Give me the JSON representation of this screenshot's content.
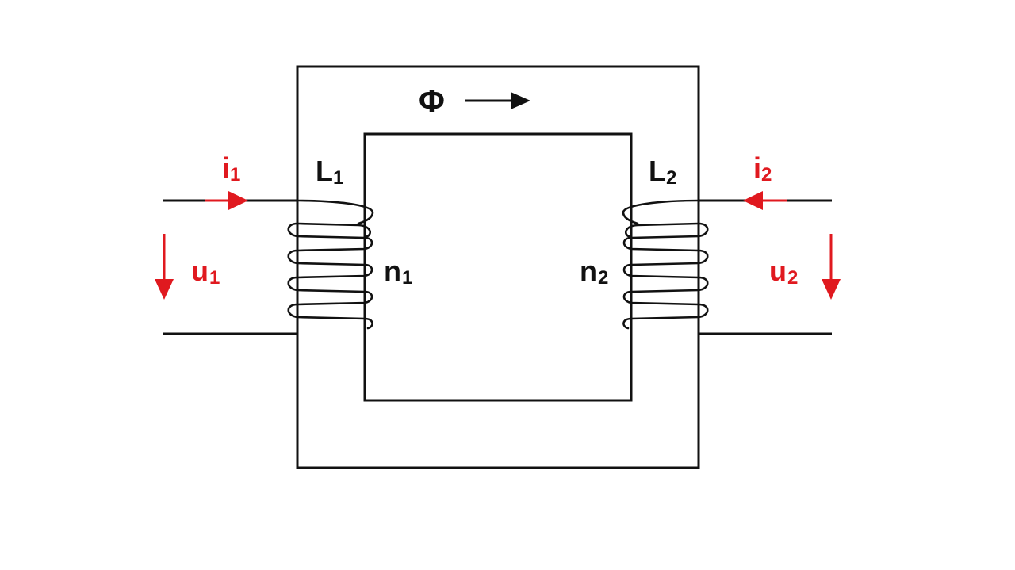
{
  "colors": {
    "ink": "#111111",
    "accent_red": "#e0191f",
    "background": "#ffffff"
  },
  "flux": {
    "symbol": "Φ",
    "arrow_direction": "right"
  },
  "primary": {
    "inductance_label": "L",
    "inductance_sub": "1",
    "current_label": "i",
    "current_sub": "1",
    "current_arrow_direction": "right",
    "voltage_label": "u",
    "voltage_sub": "1",
    "voltage_arrow_direction": "down",
    "turns_label": "n",
    "turns_sub": "1"
  },
  "secondary": {
    "inductance_label": "L",
    "inductance_sub": "2",
    "current_label": "i",
    "current_sub": "2",
    "current_arrow_direction": "left",
    "voltage_label": "u",
    "voltage_sub": "2",
    "voltage_arrow_direction": "down",
    "turns_label": "n",
    "turns_sub": "2"
  }
}
